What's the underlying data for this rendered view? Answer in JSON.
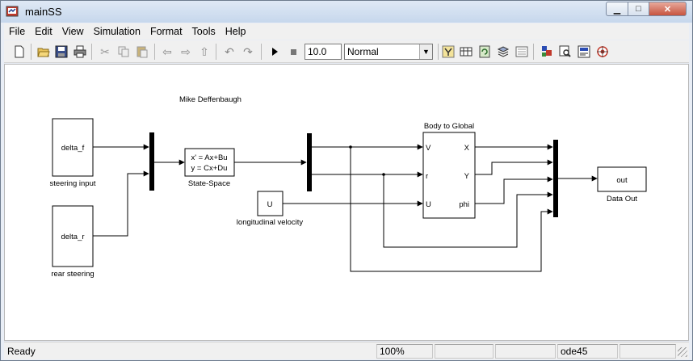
{
  "window": {
    "title": "mainSS"
  },
  "menu": [
    "File",
    "Edit",
    "View",
    "Simulation",
    "Format",
    "Tools",
    "Help"
  ],
  "toolbar": {
    "stop_time": "10.0",
    "sim_mode": "Normal",
    "buttons": [
      "new-icon",
      "open-icon",
      "save-icon",
      "print-icon",
      "cut-icon",
      "copy-icon",
      "paste-icon",
      "back-icon",
      "forward-icon",
      "up-icon",
      "undo-icon",
      "redo-icon",
      "play-icon",
      "stop-icon",
      "library-icon",
      "model-explorer-icon",
      "update-icon",
      "build-icon",
      "debug-icon",
      "model-advisor-icon",
      "find-icon",
      "properties-icon",
      "target-icon"
    ]
  },
  "diagram": {
    "author": "Mike Deffenbaugh",
    "blocks": {
      "delta_f": {
        "text": "delta_f",
        "caption": "steering input"
      },
      "delta_r": {
        "text": "delta_r",
        "caption": "rear steering"
      },
      "state_space": {
        "line1": "x' = Ax+Bu",
        "line2": "y = Cx+Du",
        "caption": "State-Space"
      },
      "u_const": {
        "text": "U",
        "caption": "longitudinal velocity"
      },
      "body_to_global": {
        "title": "Body to Global",
        "in_ports": [
          "V",
          "r",
          "U"
        ],
        "out_ports": [
          "X",
          "Y",
          "phi"
        ]
      },
      "out": {
        "text": "out",
        "caption": "Data Out"
      }
    }
  },
  "status": {
    "ready": "Ready",
    "zoom": "100%",
    "solver": "ode45"
  }
}
